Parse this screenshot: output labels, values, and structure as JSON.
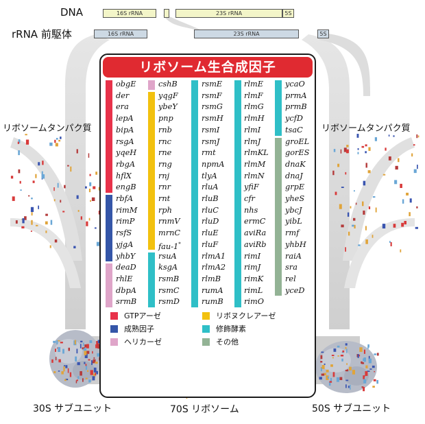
{
  "header": {
    "dna_label": "DNA",
    "pre_label": "rRNA 前駆体",
    "dna_segments": [
      "16S rRNA",
      "23S rRNA",
      "5S"
    ],
    "pre_segments": [
      "16S rRNA",
      "23S rRNA",
      "5S"
    ]
  },
  "labels": {
    "proteins_left": "リボソームタンパク質",
    "proteins_right": "リボソームタンパク質",
    "sub30": "30S サブユニット",
    "sub70": "70S リボソーム",
    "sub50": "50S サブユニット"
  },
  "panel": {
    "title": "リボソーム生合成因子",
    "columns": [
      [
        "obgE",
        "der",
        "era",
        "lepA",
        "bipA",
        "rsgA",
        "yqeH",
        "rbgA",
        "hflX",
        "engB",
        "rbfA",
        "rimM",
        "rimP",
        "rsfS",
        "yjgA",
        "yhbY",
        "deaD",
        "rhlE",
        "dbpA",
        "srmB"
      ],
      [
        "cshB",
        "yqgF",
        "ybeY",
        "pnp",
        "rnb",
        "rnc",
        "rne",
        "rng",
        "rnj",
        "rnr",
        "rnt",
        "rph",
        "rnmV",
        "mrnC",
        "fau-1",
        "rsuA",
        "ksgA",
        "rsmB",
        "rsmC",
        "rsmD"
      ],
      [
        "rsmE",
        "rsmF",
        "rsmG",
        "rsmH",
        "rsmI",
        "rsmJ",
        "rmt",
        "npmA",
        "tlyA",
        "rluA",
        "rluB",
        "rluC",
        "rluD",
        "rluE",
        "rluF",
        "rlmA1",
        "rlmA2",
        "rlmB",
        "rumA",
        "rumB"
      ],
      [
        "rlmE",
        "rlmF",
        "rlmG",
        "rlmH",
        "rlmI",
        "rlmJ",
        "rlmKL",
        "rlmM",
        "rlmN",
        "yfiF",
        "cfr",
        "nhs",
        "ermC",
        "aviRa",
        "aviRb",
        "rimI",
        "rimJ",
        "rimK",
        "rimL",
        "rimO"
      ],
      [
        "ycaO",
        "prmA",
        "prmB",
        "ycfD",
        "tsaC",
        "groEL",
        "gorES",
        "dnaK",
        "dnaJ",
        "grpE",
        "yheS",
        "ybcJ",
        "yibL",
        "rmf",
        "yhbH",
        "raiA",
        "sra",
        "rel",
        "yceD"
      ]
    ],
    "fau_mark": "*",
    "legend": [
      {
        "label": "GTPアーゼ",
        "color": "#e8324a"
      },
      {
        "label": "リボヌクレアーゼ",
        "color": "#f2c10f"
      },
      {
        "label": "成熟因子",
        "color": "#3556a8"
      },
      {
        "label": "修飾酵素",
        "color": "#2fbfc7"
      },
      {
        "label": "ヘリカーゼ",
        "color": "#dfa5c9"
      },
      {
        "label": "その他",
        "color": "#93b395"
      }
    ]
  }
}
